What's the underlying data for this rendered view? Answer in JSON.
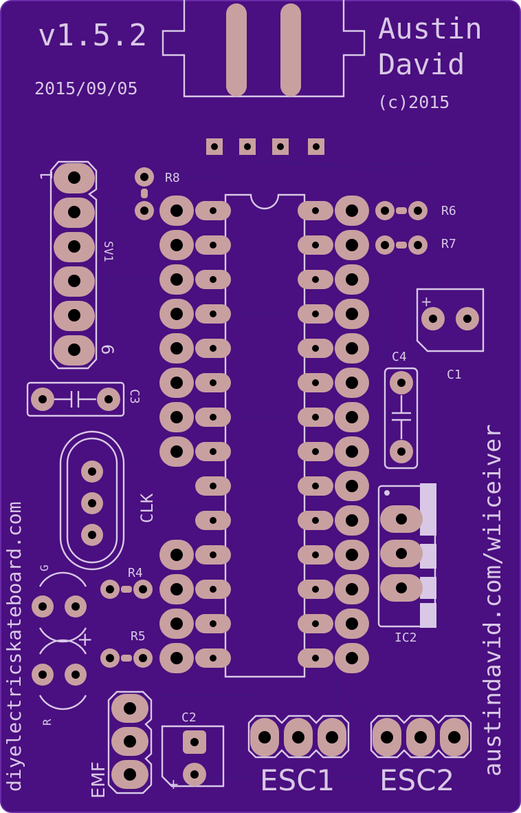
{
  "board": {
    "colors": {
      "soldermask": "#4a0f80",
      "silkscreen": "#d8c8e6",
      "copper_pad": "#c9a0a0",
      "drill": "#000000",
      "border": "#6a2aa8"
    },
    "version": "v1.5.2",
    "date": "2015/09/05",
    "author_line1": "Austin",
    "author_line2": "David",
    "copyright": "(c)2015",
    "url_left": "diyelectricskateboard.com",
    "url_right": "austindavid.com/wiiceiver"
  },
  "labels": {
    "r8": "R8",
    "r6": "R6",
    "r7": "R7",
    "r4": "R4",
    "r5": "R5",
    "c1": "C1",
    "c2": "C2",
    "c3": "C3",
    "c4": "C4",
    "sv1": "SV1",
    "clk": "CLK",
    "ic2": "IC2",
    "pin1": "1",
    "pin6": "6",
    "led_g": "G",
    "led_r": "R",
    "led_plus": "+",
    "cap_plus_c1": "+",
    "cap_plus_c2": "+",
    "emf": "EMF",
    "esc1": "ESC1",
    "esc2": "ESC2"
  }
}
